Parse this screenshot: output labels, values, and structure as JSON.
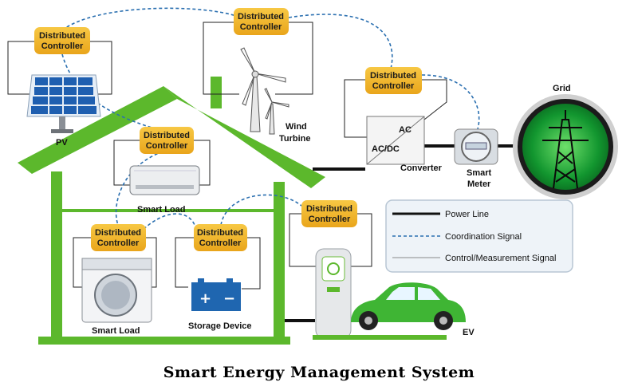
{
  "controller_label_line1": "Distributed",
  "controller_label_line2": "Controller",
  "labels": {
    "pv": "PV",
    "wind_line1": "Wind",
    "wind_line2": "Turbine",
    "grid": "Grid",
    "converter": "Converter",
    "smart_meter_line1": "Smart",
    "smart_meter_line2": "Meter",
    "ac": "AC",
    "acdc": "AC/DC",
    "smart_load_ac": "Smart Load",
    "smart_load_washer": "Smart Load",
    "storage": "Storage Device",
    "ev": "EV"
  },
  "legend": {
    "power_line": "Power Line",
    "coordination_signal": "Coordination Signal",
    "control_signal": "Control/Measurement Signal"
  },
  "caption": "Smart Energy Management System",
  "colors": {
    "house_green": "#5cb82c",
    "controller_fill": "#f0b429",
    "coordination_blue": "#2a6fb0",
    "grid_green": "#19a33a",
    "car_green": "#3fb534",
    "pv_blue": "#1f5fb0",
    "battery_blue": "#1f66b0"
  }
}
